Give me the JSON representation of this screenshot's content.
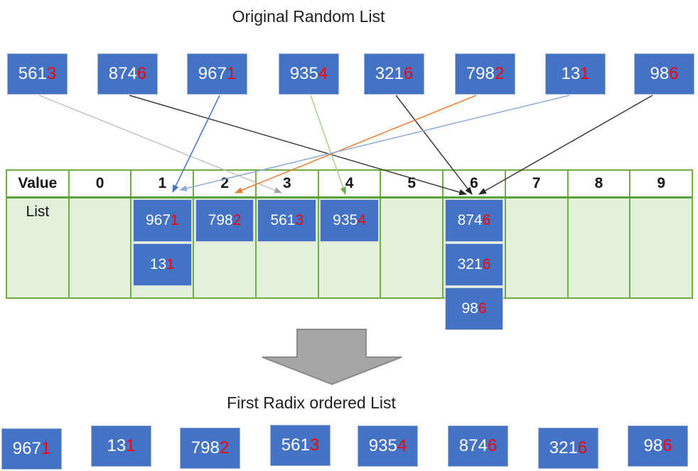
{
  "titles": {
    "top": "Original Random List",
    "bottom": "First Radix ordered List"
  },
  "top_list": [
    {
      "main": "561",
      "last": "3"
    },
    {
      "main": "874",
      "last": "6"
    },
    {
      "main": "967",
      "last": "1"
    },
    {
      "main": "935",
      "last": "4"
    },
    {
      "main": "321",
      "last": "6"
    },
    {
      "main": "798",
      "last": "2"
    },
    {
      "main": "13",
      "last": "1"
    },
    {
      "main": "98",
      "last": "6"
    }
  ],
  "table": {
    "header": [
      "Value",
      "0",
      "1",
      "2",
      "3",
      "4",
      "5",
      "6",
      "7",
      "8",
      "9"
    ],
    "row_label": "List",
    "buckets": {
      "1": [
        {
          "main": "967",
          "last": "1"
        },
        {
          "main": "13",
          "last": "1"
        }
      ],
      "2": [
        {
          "main": "798",
          "last": "2"
        }
      ],
      "3": [
        {
          "main": "561",
          "last": "3"
        }
      ],
      "4": [
        {
          "main": "935",
          "last": "4"
        }
      ],
      "6": [
        {
          "main": "874",
          "last": "6"
        },
        {
          "main": "321",
          "last": "6"
        },
        {
          "main": "98",
          "last": "6"
        }
      ]
    }
  },
  "bottom_list": [
    {
      "main": "967",
      "last": "1"
    },
    {
      "main": "13",
      "last": "1"
    },
    {
      "main": "798",
      "last": "2"
    },
    {
      "main": "561",
      "last": "3"
    },
    {
      "main": "935",
      "last": "4"
    },
    {
      "main": "874",
      "last": "6"
    },
    {
      "main": "321",
      "last": "6"
    },
    {
      "main": "98",
      "last": "6"
    }
  ],
  "arrows": [
    {
      "value": "5613",
      "to_bucket": "3",
      "color": "#BFBFBF"
    },
    {
      "value": "8746",
      "to_bucket": "6",
      "color": "#3B3B3B"
    },
    {
      "value": "9671",
      "to_bucket": "1",
      "color": "#4472C4"
    },
    {
      "value": "9354",
      "to_bucket": "4",
      "color": "#A9D18E"
    },
    {
      "value": "3216",
      "to_bucket": "6",
      "color": "#3B3B3B"
    },
    {
      "value": "7982",
      "to_bucket": "2",
      "color": "#ED7D31"
    },
    {
      "value": "131",
      "to_bucket": "1",
      "color": "#8FAADC"
    },
    {
      "value": "986",
      "to_bucket": "6",
      "color": "#3B3B3B"
    }
  ],
  "colors": {
    "box_fill": "#4472C4",
    "box_border": "#A3B4DA",
    "digit_red": "#FF0000",
    "box_text": "#FFFFFF",
    "table_border": "#70AD47",
    "bucket_cell_fill": "#E2EFDA",
    "header_fill": "#FFFFFF",
    "down_arrow_fill": "#A6A6A6",
    "down_arrow_border": "#8A8A8A"
  }
}
